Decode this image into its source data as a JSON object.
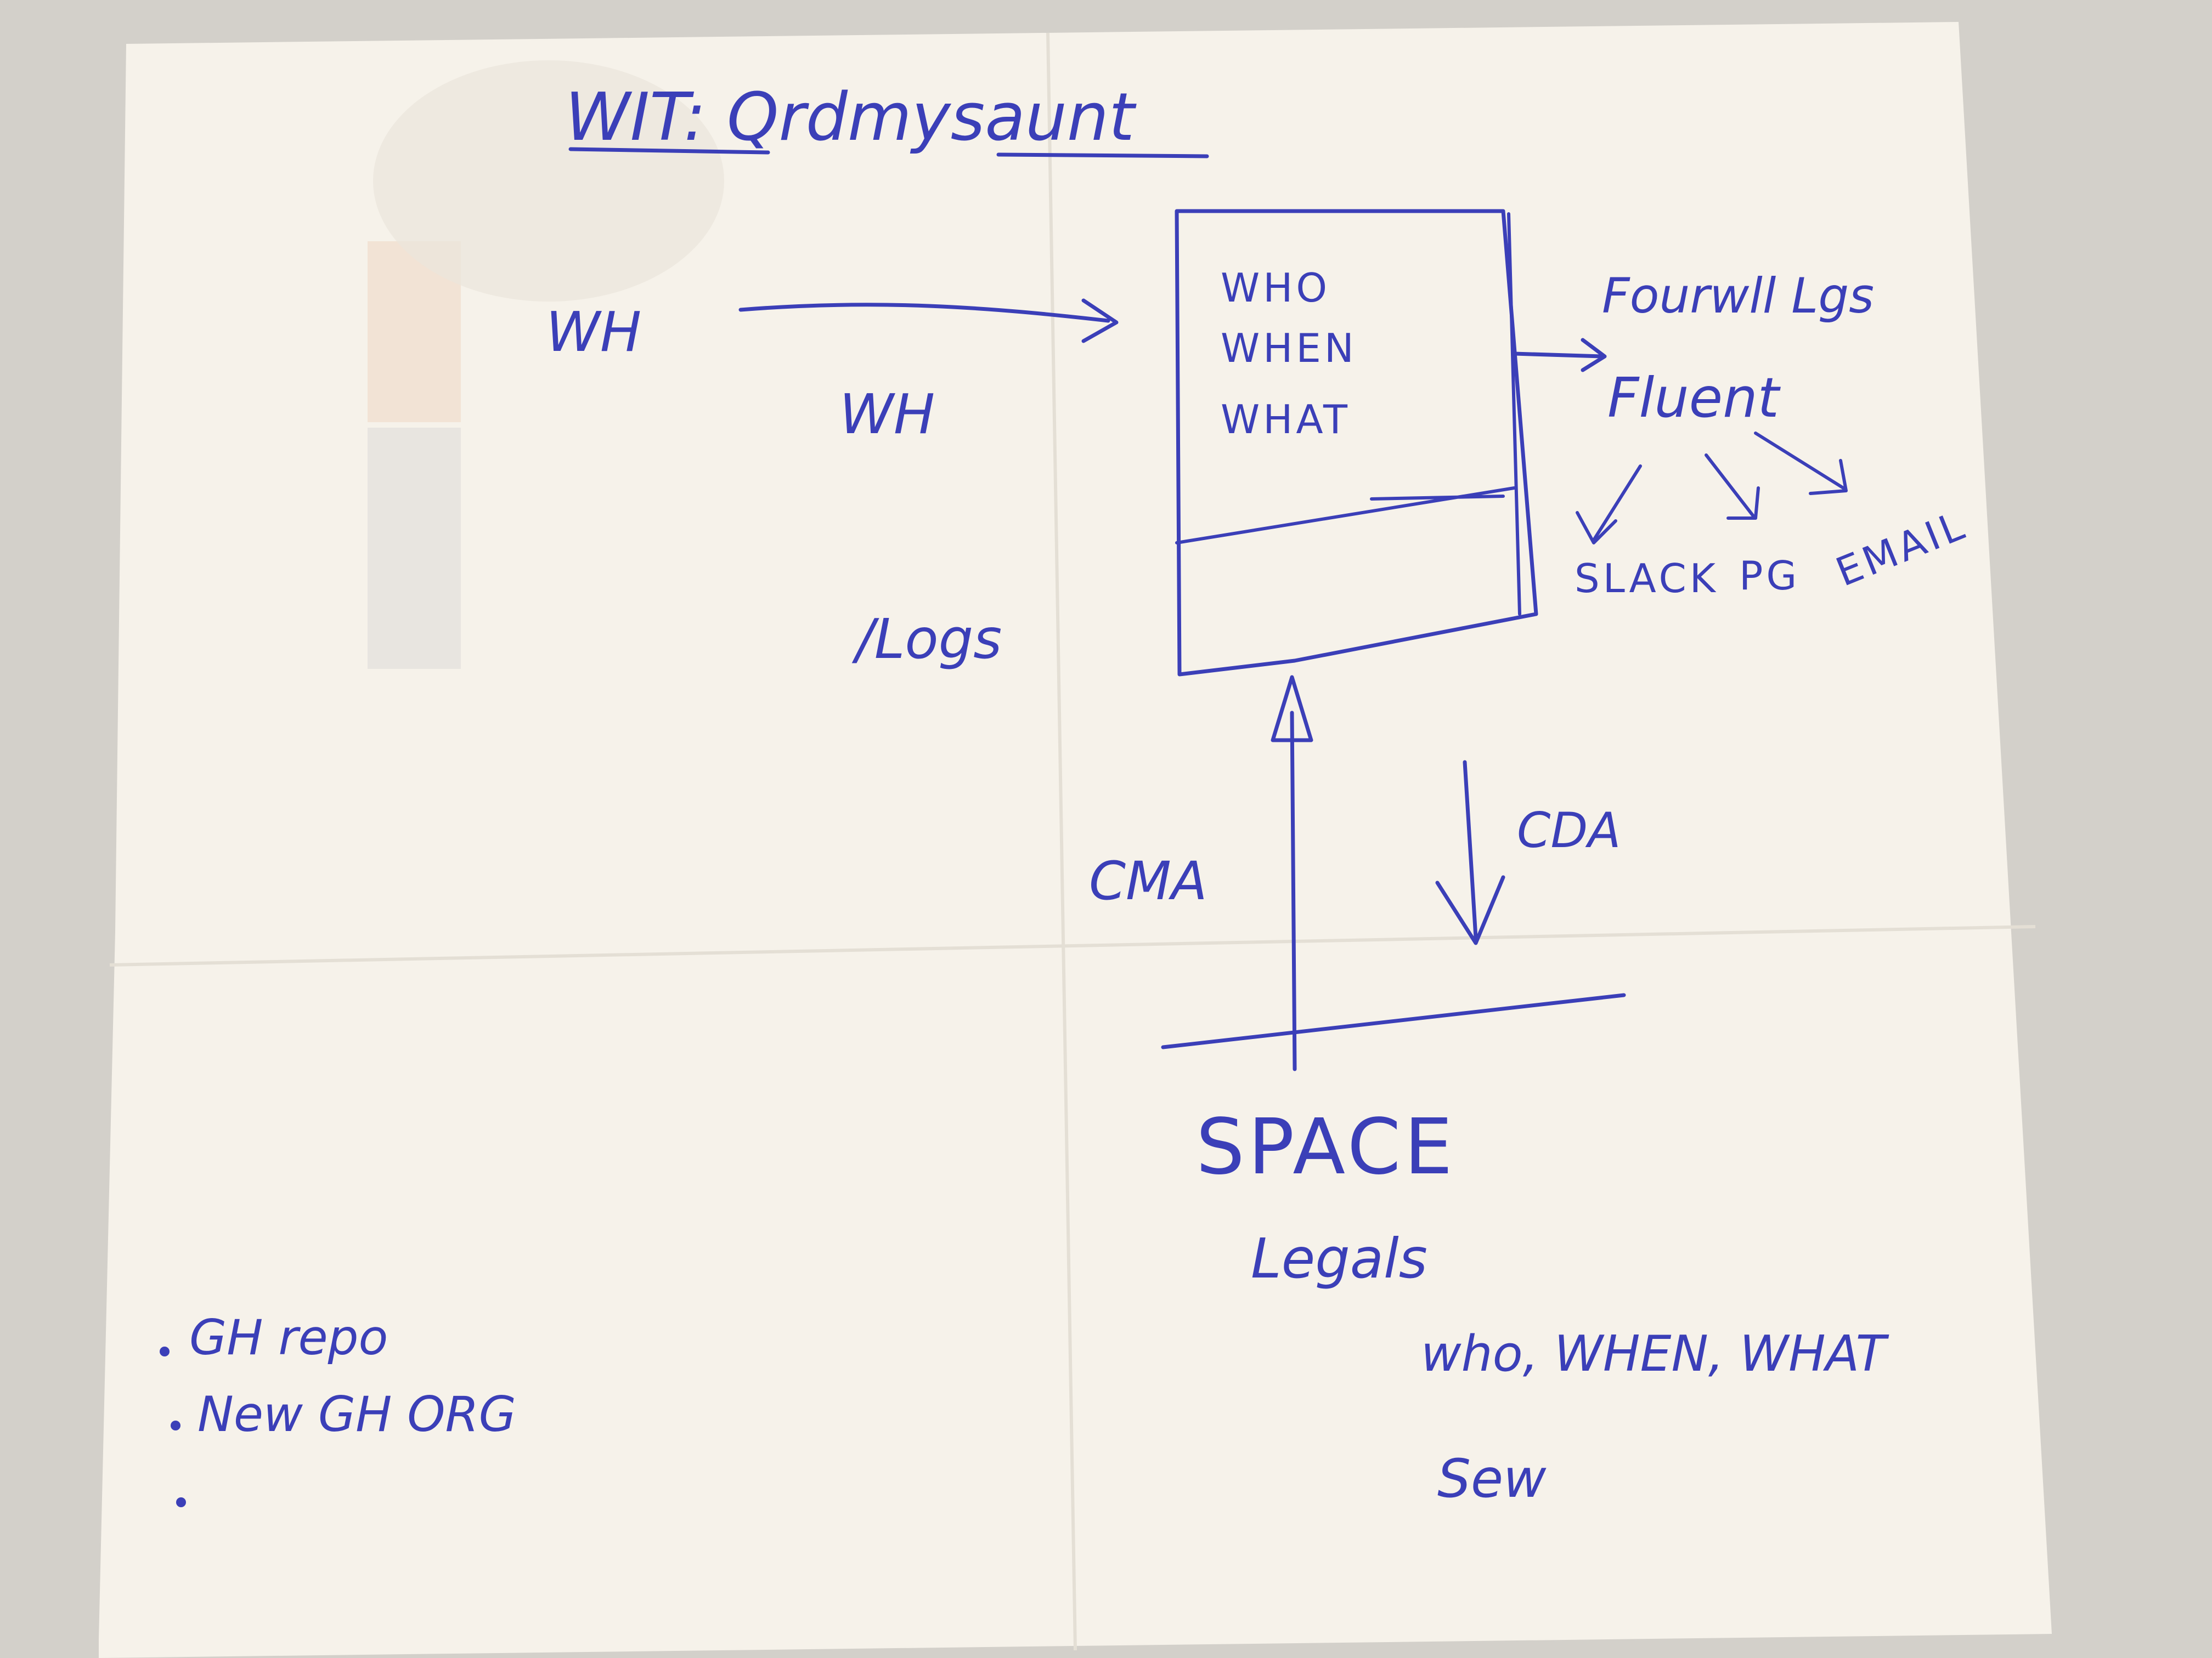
{
  "title": "WIT: Qrdmysaunt",
  "box": {
    "lines": [
      "WHO",
      "WHEN",
      "WHAT"
    ]
  },
  "labels": {
    "left_top": "WH",
    "left_mid": "WH",
    "logs": "/Logs",
    "right_top": "Fourwll Lgs",
    "fluent": "Fluent",
    "outputs": [
      "SLACK",
      "PG",
      "EMAIL"
    ],
    "cma": "CMA",
    "cda": "CDA",
    "space": "SPACE",
    "legals": "Legals",
    "who_when_what": "who, WHEN, WHAT",
    "sew": "Sew"
  },
  "bullets": [
    "GH repo",
    "New GH ORG",
    ""
  ],
  "colors": {
    "ink": "#3b3fb8",
    "paper": "#f7f3ec",
    "background": "#d8d5cf"
  }
}
